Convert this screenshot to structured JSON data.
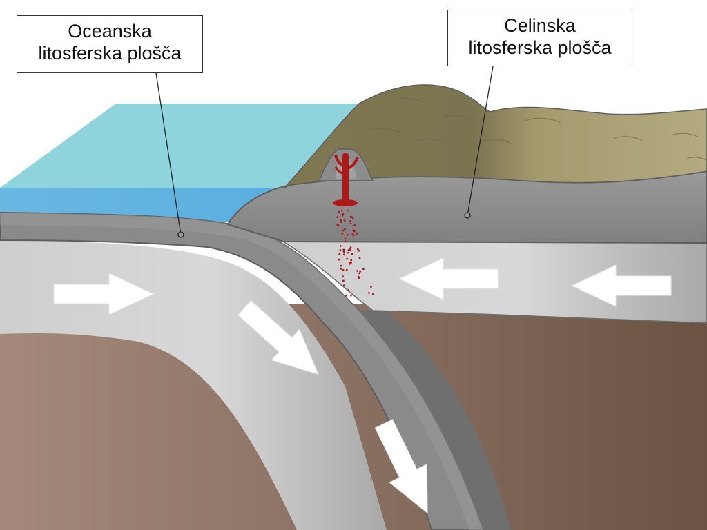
{
  "labels": {
    "oceanic_plate": {
      "line1": "Oceanska",
      "line2": "litosferska plošča"
    },
    "continental_plate": {
      "line1": "Celinska",
      "line2": "litosferska plošča"
    }
  },
  "colors": {
    "ocean_surface": "#8fd4dc",
    "ocean_water": "#66b5e2",
    "plate_dark": "#8c8c8c",
    "asthenosphere_light": "#cfcfcf",
    "mantle_brown": "#8a6f5c",
    "land_olive": "#8a8358",
    "land_tan": "#b0a57a",
    "magma": "#b01818",
    "arrow": "#ffffff"
  },
  "icons": {
    "flow_arrow": "arrow-icon",
    "volcano": "volcano-icon",
    "magma_plume": "magma-icon"
  }
}
